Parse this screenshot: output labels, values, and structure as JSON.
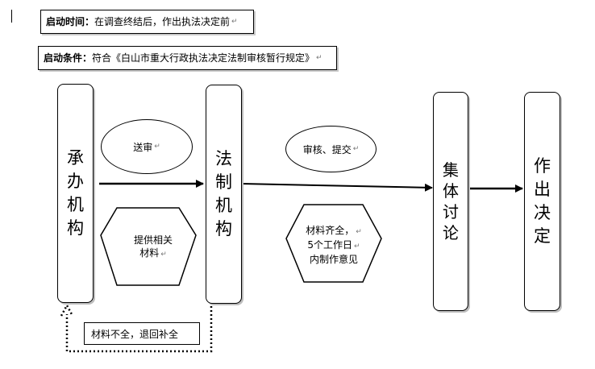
{
  "start_time": {
    "label": "启动时间：",
    "text": "在调查终结后，作出执法决定前"
  },
  "start_condition": {
    "label": "启动条件：",
    "text": "符合《白山市重大行政执法决定法制审核暂行规定》"
  },
  "stages": {
    "handling": [
      "承",
      "办",
      "机",
      "构"
    ],
    "legal": [
      "法",
      "制",
      "机",
      "构"
    ],
    "collective": [
      "集",
      "体",
      "讨",
      "论"
    ],
    "decision": [
      "作",
      "出",
      "决",
      "定"
    ]
  },
  "flow_labels": {
    "submit_review": "送审",
    "provide_materials": [
      "提供相关",
      "材料"
    ],
    "review_submit": "审核、提交",
    "complete_materials": [
      "材料齐全，",
      "5个工作日",
      "内制作意见"
    ],
    "incomplete_return": "材料不全，退回补全"
  },
  "paragraph_mark": "↵"
}
